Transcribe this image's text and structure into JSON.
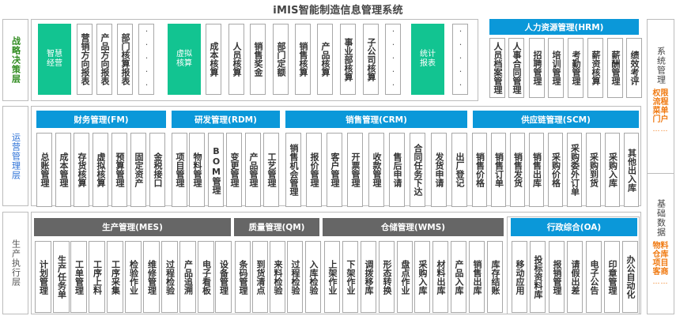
{
  "title": "iMIS智能制造信息管理系统",
  "colors": {
    "green": "#12c491",
    "blue": "#0b98d9",
    "gray": "#666666",
    "orange": "#f07a12",
    "label_green": "#2e8b1e",
    "label_blue": "#2a6fd6",
    "label_gray": "#555555"
  },
  "layers": {
    "strategic": "战略决策层",
    "operations": "运营管理层",
    "execution": "生产执行层"
  },
  "strategic": {
    "items": [
      {
        "label": "智慧经营",
        "style": "green"
      },
      {
        "label": "营销方向报表",
        "style": "plain"
      },
      {
        "label": "产品方向报表",
        "style": "plain"
      },
      {
        "label": "部门核算报表",
        "style": "plain"
      },
      {
        "label": "·····",
        "style": "dots"
      },
      {
        "label": "虚拟核算",
        "style": "green"
      },
      {
        "label": "成本核算",
        "style": "plain"
      },
      {
        "label": "人员核算",
        "style": "plain"
      },
      {
        "label": "销售奖金",
        "style": "plain"
      },
      {
        "label": "部门定额",
        "style": "plain"
      },
      {
        "label": "销售核算",
        "style": "plain"
      },
      {
        "label": "产品核算",
        "style": "plain"
      },
      {
        "label": "事业部核算",
        "style": "plain"
      },
      {
        "label": "子公司核算",
        "style": "plain"
      },
      {
        "label": "·····",
        "style": "dots"
      },
      {
        "label": "统计报表",
        "style": "green"
      },
      {
        "label": "·····",
        "style": "dots"
      }
    ]
  },
  "hrm": {
    "header": "人力资源管理(HRM)",
    "items": [
      "人员档案管理",
      "人事合同管理",
      "招聘管理",
      "培训管理",
      "考勤管理",
      "薪资核算",
      "薪酬管理",
      "绩效考评"
    ]
  },
  "fm": {
    "header": "财务管理(FM)",
    "items": [
      "总账管理",
      "成本管理",
      "存货核算",
      "虚拟核算",
      "预算管理",
      "固定资产",
      "金税接口"
    ]
  },
  "rdm": {
    "header": "研发管理(RDM)",
    "items": [
      "项目管理",
      "物料管理",
      "BOM管理",
      "变更管理",
      "产品管理",
      "工艺管理"
    ]
  },
  "crm": {
    "header": "销售管理(CRM)",
    "items": [
      "销售机会管理",
      "报价管理",
      "客户管理",
      "开票管理",
      "收款管理",
      "售后申请",
      "合同任务下达",
      "发货申请",
      "出厂登记"
    ]
  },
  "scm": {
    "header": "供应链管理(SCM)",
    "items": [
      "销售价格",
      "销售订单",
      "销售发货",
      "销售出库",
      "采购价格",
      "采购委外订单",
      "采购到货",
      "采购入库",
      "其他出入库"
    ]
  },
  "mes": {
    "header": "生产管理(MES)",
    "items": [
      "计划管理",
      "生产任务单",
      "工单管理",
      "工序上料",
      "工序采集",
      "检验作业",
      "维修管理",
      "过程检验",
      "产品追溯",
      "电子看板",
      "设备管理"
    ]
  },
  "qm": {
    "header": "质量管理(QM)",
    "items": [
      "条码管理",
      "到货清点",
      "来料检验",
      "过程检验",
      "入库检验"
    ]
  },
  "wms": {
    "header": "仓储管理(WMS)",
    "items": [
      "上架作业",
      "下架作业",
      "调拨移库",
      "形态转换",
      "盘点作业",
      "采购入库",
      "材料出库",
      "产品入库",
      "销售出库",
      "库存结账"
    ]
  },
  "oa": {
    "header": "行政综合(OA)",
    "items": [
      "移动应用",
      "投标资料库",
      "报销管理",
      "请假出差",
      "电子公告",
      "印章管理",
      "办公自动化"
    ]
  },
  "system_mgmt": {
    "title": "系统管理",
    "sub": "权限流程菜单门户",
    "dots": "……"
  },
  "base_data": {
    "title": "基础数据",
    "sub": "物料仓库项目客商",
    "dots": "……"
  }
}
